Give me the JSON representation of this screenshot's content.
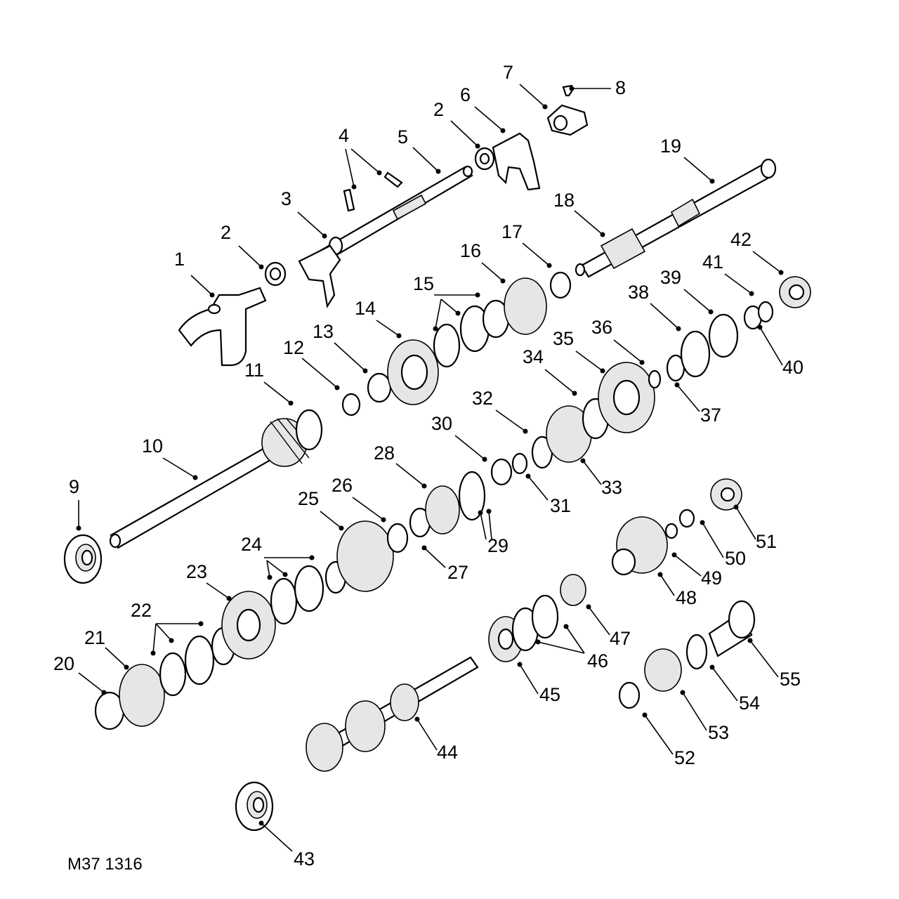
{
  "figure_id": "M37 1316",
  "callouts": [
    {
      "label": "1"
    },
    {
      "label": "2"
    },
    {
      "label": "2"
    },
    {
      "label": "3"
    },
    {
      "label": "4"
    },
    {
      "label": "5"
    },
    {
      "label": "6"
    },
    {
      "label": "7"
    },
    {
      "label": "8"
    },
    {
      "label": "9"
    },
    {
      "label": "10"
    },
    {
      "label": "11"
    },
    {
      "label": "12"
    },
    {
      "label": "13"
    },
    {
      "label": "14"
    },
    {
      "label": "15"
    },
    {
      "label": "16"
    },
    {
      "label": "17"
    },
    {
      "label": "18"
    },
    {
      "label": "19"
    },
    {
      "label": "20"
    },
    {
      "label": "21"
    },
    {
      "label": "22"
    },
    {
      "label": "23"
    },
    {
      "label": "24"
    },
    {
      "label": "25"
    },
    {
      "label": "26"
    },
    {
      "label": "27"
    },
    {
      "label": "28"
    },
    {
      "label": "29"
    },
    {
      "label": "30"
    },
    {
      "label": "31"
    },
    {
      "label": "32"
    },
    {
      "label": "33"
    },
    {
      "label": "34"
    },
    {
      "label": "35"
    },
    {
      "label": "36"
    },
    {
      "label": "37"
    },
    {
      "label": "38"
    },
    {
      "label": "39"
    },
    {
      "label": "40"
    },
    {
      "label": "41"
    },
    {
      "label": "42"
    },
    {
      "label": "43"
    },
    {
      "label": "44"
    },
    {
      "label": "45"
    },
    {
      "label": "46"
    },
    {
      "label": "47"
    },
    {
      "label": "48"
    },
    {
      "label": "49"
    },
    {
      "label": "50"
    },
    {
      "label": "51"
    },
    {
      "label": "52"
    },
    {
      "label": "53"
    },
    {
      "label": "54"
    },
    {
      "label": "55"
    }
  ]
}
